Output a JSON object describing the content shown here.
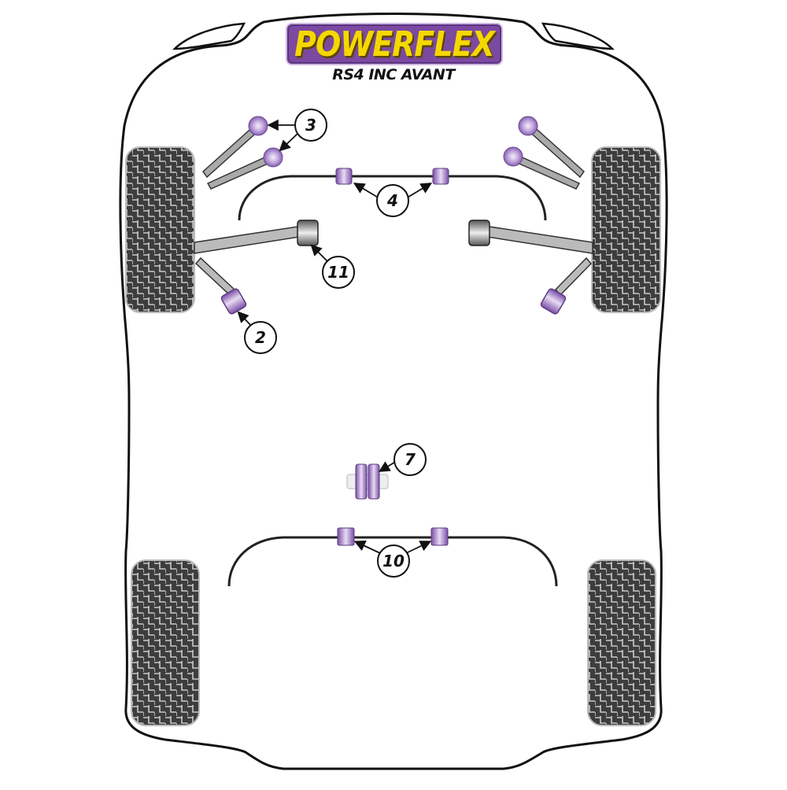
{
  "brand": {
    "logo_text": "POWERFLEX",
    "model_title": "RS4 INC AVANT",
    "colors": {
      "logo_purple": "#7b4aa0",
      "logo_yellow": "#f5d800",
      "bush_purple": "#9b6cc4",
      "tyre_dark": "#3d3d3d",
      "outline": "#111111"
    }
  },
  "callouts": [
    {
      "id": "3",
      "label": "3",
      "description": "Front upper arm ball joints (2 arrows)"
    },
    {
      "id": "4",
      "label": "4",
      "description": "Front anti-roll bar bushes (2 arrows)"
    },
    {
      "id": "11",
      "label": "11",
      "description": "Front lower arm rear bush"
    },
    {
      "id": "2",
      "label": "2",
      "description": "Front lower arm front bush"
    },
    {
      "id": "7",
      "label": "7",
      "description": "Gearbox / engine mount bush"
    },
    {
      "id": "10",
      "label": "10",
      "description": "Rear anti-roll bar bushes (2 arrows)"
    }
  ],
  "components": {
    "tyres": [
      "front-left",
      "front-right",
      "rear-left",
      "rear-right"
    ],
    "front_anti_roll_bar": "front-anti-roll-bar",
    "rear_anti_roll_bar": "rear-anti-roll-bar"
  }
}
